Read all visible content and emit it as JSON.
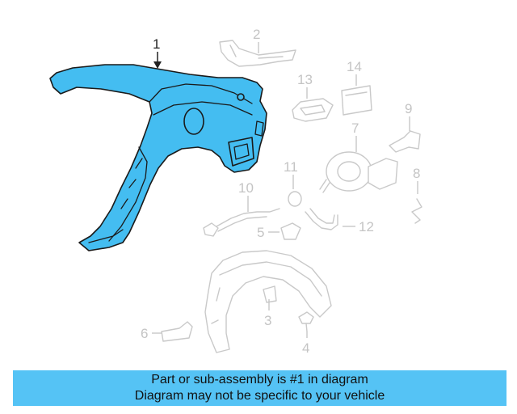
{
  "callouts": {
    "c1": "1",
    "c2": "2",
    "c3": "3",
    "c4": "4",
    "c5": "5",
    "c6": "6",
    "c7": "7",
    "c8": "8",
    "c9": "9",
    "c10": "10",
    "c11": "11",
    "c12": "12",
    "c13": "13",
    "c14": "14"
  },
  "highlighted_part": "1",
  "colors": {
    "highlight": "#44bdf1",
    "banner": "#55c3f5",
    "line_art": "#c9c9c9"
  },
  "banner": {
    "line1": "Part or sub-assembly is #1 in diagram",
    "line2": "Diagram may not be specific to your vehicle"
  }
}
